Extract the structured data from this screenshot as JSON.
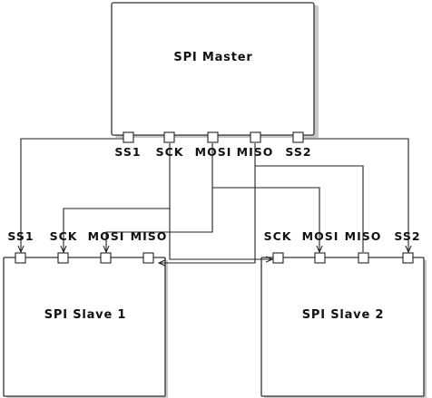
{
  "master": {
    "title": "SPI Master",
    "pins": [
      "SS1",
      "SCK",
      "MOSI",
      "MISO",
      "SS2"
    ]
  },
  "slave1": {
    "title": "SPI Slave 1",
    "pins": [
      "SS1",
      "SCK",
      "MOSI",
      "MISO"
    ]
  },
  "slave2": {
    "title": "SPI Slave 2",
    "pins": [
      "SCK",
      "MOSI",
      "MISO",
      "SS2"
    ]
  }
}
